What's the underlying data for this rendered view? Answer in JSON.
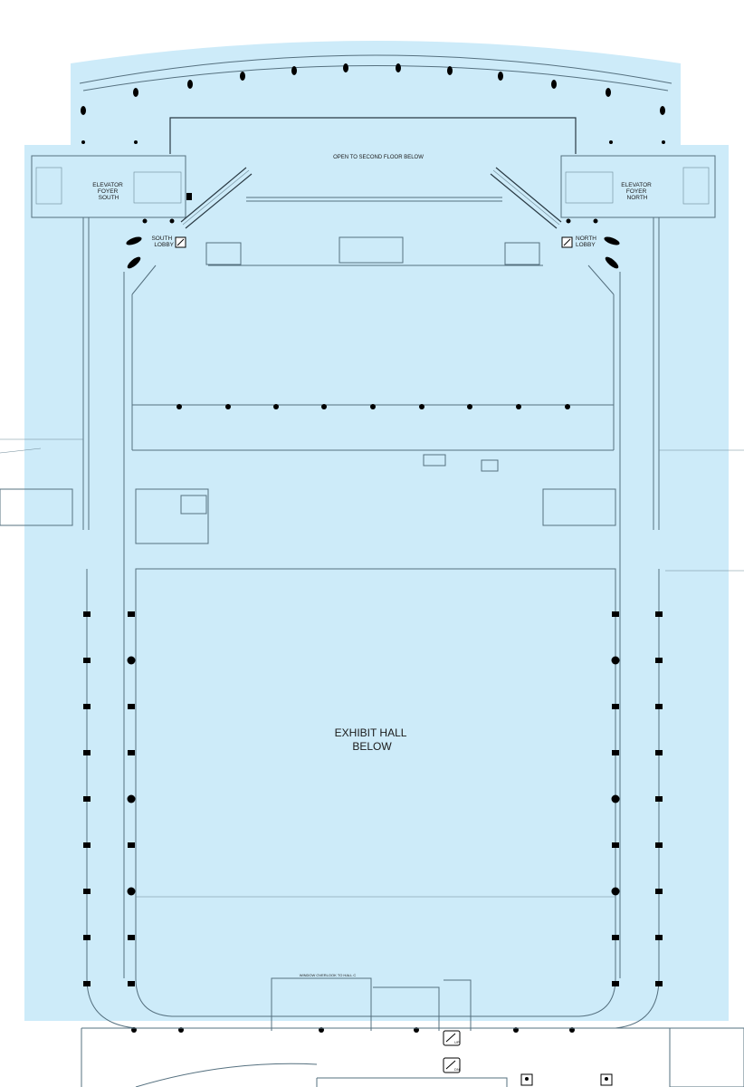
{
  "plan": {
    "colors": {
      "overlay": "#cdebf9",
      "wall": "#55707f",
      "column": "#000000",
      "background": "#ffffff"
    },
    "labels": {
      "open_to_second_floor": "OPEN TO SECOND FLOOR BELOW",
      "elevator_foyer_south": [
        "ELEVATOR",
        "FOYER",
        "SOUTH"
      ],
      "elevator_foyer_north": [
        "ELEVATOR",
        "FOYER",
        "NORTH"
      ],
      "south_lobby": [
        "SOUTH",
        "LOBBY"
      ],
      "north_lobby": [
        "NORTH",
        "LOBBY"
      ],
      "exhibit_hall": [
        "EXHIBIT HALL",
        "BELOW"
      ],
      "window_overlook": "WINDOW OVERLOOK TO HALL C",
      "escalator_up": "UP",
      "escalator_down": "DN"
    },
    "icons": [
      "escalator-icon",
      "restroom-icon"
    ]
  }
}
